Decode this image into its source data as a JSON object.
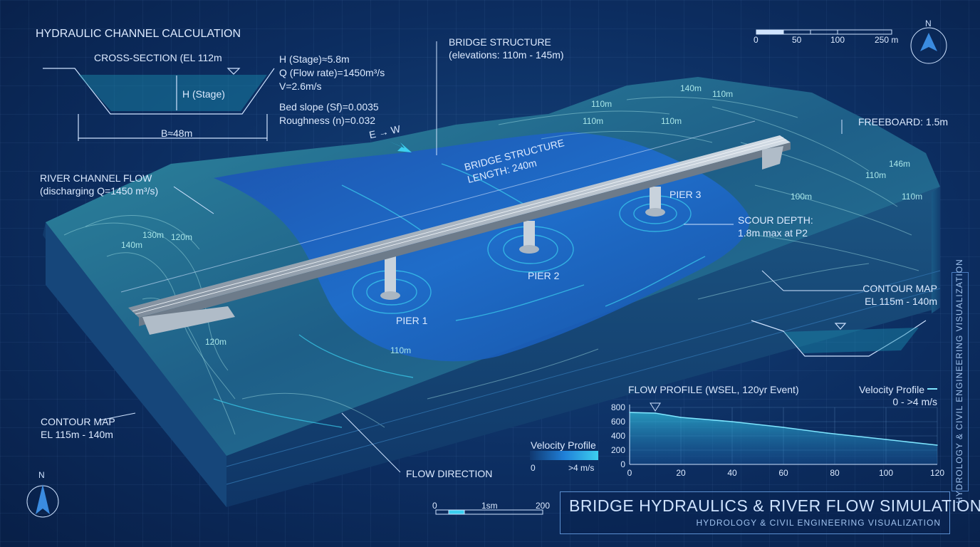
{
  "calc": {
    "title": "HYDRAULIC CHANNEL CALCULATION",
    "section_title": "CROSS-SECTION (EL 112m",
    "stage_label": "H (Stage)",
    "width_label": "B≈48m",
    "params": [
      "H (Stage)≈5.8m",
      "Q (Flow rate)=1450m³/s",
      "V=2.6m/s"
    ],
    "params2": [
      "Bed slope (Sf)=0.0035",
      "Roughness (n)=0.032"
    ]
  },
  "labels": {
    "bridge_structure": "BRIDGE STRUCTURE",
    "bridge_elev": "(elevations: 110m - 145m)",
    "bridge_len_1": "BRIDGE STRUCTURE",
    "bridge_len_2": "LENGTH: 240m",
    "freeboard": "FREEBOARD: 1.5m",
    "river_flow": "RIVER CHANNEL FLOW",
    "river_flow_q": "(discharging Q=1450 m³/s)",
    "ew": "E → W",
    "pier1": "PIER 1",
    "pier2": "PIER 2",
    "pier3": "PIER 3",
    "scour_1": "SCOUR DEPTH:",
    "scour_2": "1.8m max at P2",
    "contour_r_1": "CONTOUR MAP",
    "contour_r_2": "EL 115m - 140m",
    "contour_l_1": "CONTOUR MAP",
    "contour_l_2": "EL 115m - 140m",
    "flow_direction": "FLOW DIRECTION",
    "contour_tags": [
      "110m",
      "110m",
      "110m",
      "110m",
      "140m",
      "146m",
      "110m",
      "100m",
      "110m",
      "130m",
      "120m",
      "140m",
      "110m",
      "120m"
    ]
  },
  "scales": {
    "top": [
      "0",
      "50",
      "100",
      "250 m"
    ],
    "bottom": [
      "0",
      "1sm",
      "200"
    ]
  },
  "compass": {
    "letter": "N"
  },
  "legend": {
    "title": "Velocity Profile",
    "min": "0",
    "max": ">4 m/s"
  },
  "chart_data": {
    "type": "area",
    "title": "FLOW PROFILE (WSEL, 120yr Event)",
    "legend": "Velocity Profile",
    "legend_range": "0 - >4 m/s",
    "x": [
      0,
      10,
      20,
      40,
      60,
      77,
      100,
      120
    ],
    "values": [
      730,
      720,
      660,
      600,
      520,
      440,
      350,
      270
    ],
    "xlim": [
      0,
      120
    ],
    "ylim": [
      0,
      800
    ],
    "xticks": [
      0,
      20,
      40,
      60,
      80,
      100,
      120
    ],
    "yticks": [
      0,
      200,
      400,
      600,
      800
    ],
    "grid": true
  },
  "footer": {
    "title": "BRIDGE HYDRAULICS & RIVER FLOW SIMULATION",
    "subtitle": "HYDROLOGY & CIVIL ENGINEERING VISUALIZATION",
    "side": "HYDROLOGY & CIVIL ENGINEERING VISUALIZATION"
  },
  "colors": {
    "background": "#0b2a5a",
    "terrain": "#1d6a8a",
    "water": "#1f6ed0",
    "flow": "#3cd0f0",
    "bridge": "#b7c2cc",
    "line": "#cfe3ff"
  }
}
